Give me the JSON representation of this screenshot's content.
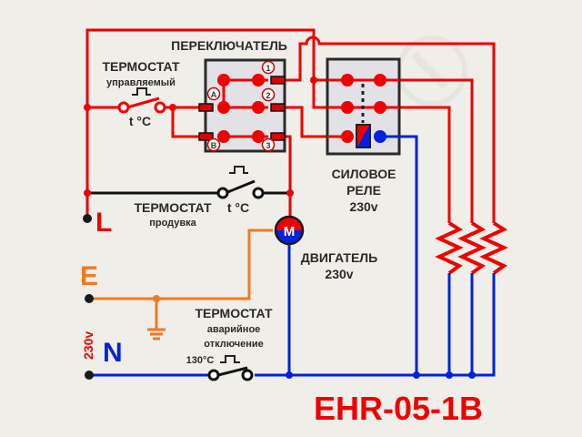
{
  "model": "EHR-05-1B",
  "colors": {
    "line": "#ee0000",
    "neutral": "#0022dd",
    "earth": "#f07a20",
    "control": "#111111",
    "text": "#2a2a2a",
    "box_fill": "#e2e2e6",
    "box_border": "#2a2a2a",
    "background": "#efeee8"
  },
  "terminals": {
    "L": "L",
    "E": "E",
    "N": "N",
    "voltage": "230v"
  },
  "switch": {
    "title": "ПЕРЕКЛЮЧАТЕЛЬ",
    "inputs": [
      "A",
      "B"
    ],
    "outputs": [
      "1",
      "2",
      "3"
    ]
  },
  "thermostat_controlled": {
    "title": "ТЕРМОСТАТ",
    "subtitle": "управляемый",
    "symbol": "t °C"
  },
  "thermostat_blow": {
    "title": "ТЕРМОСТАТ",
    "subtitle": "продувка",
    "symbol": "t °C"
  },
  "thermostat_emergency": {
    "title": "ТЕРМОСТАТ",
    "subtitle_line1": "аварийное",
    "subtitle_line2": "отключение",
    "temperature": "130°C"
  },
  "power_relay": {
    "title_line1": "СИЛОВОЕ",
    "title_line2": "РЕЛЕ",
    "voltage": "230v"
  },
  "motor": {
    "symbol": "M",
    "title": "ДВИГАТЕЛЬ",
    "voltage": "230v"
  },
  "heaters": {
    "count": 3
  }
}
